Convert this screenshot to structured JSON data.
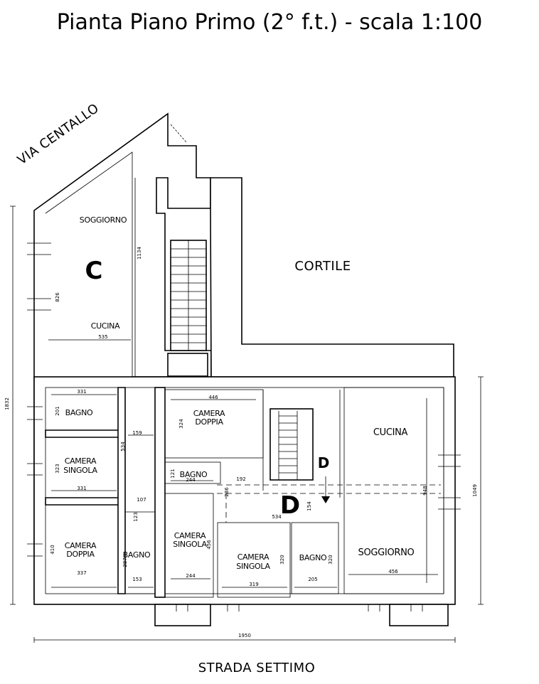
{
  "title": "Pianta Piano Primo (2° f.t.) - scala 1:100",
  "streets": {
    "north": "VIA CENTALLO",
    "south": "STRADA SETTIMO",
    "courtyard": "CORTILE"
  },
  "units": {
    "c": "C",
    "d_main": "D",
    "d_entry": "D"
  },
  "rooms": {
    "soggiorno_c": "SOGGIORNO",
    "cucina_c": "CUCINA",
    "bagno_1": "BAGNO",
    "camera_singola_1_a": "CAMERA",
    "camera_singola_1_b": "SINGOLA",
    "camera_doppia_1_a": "CAMERA",
    "camera_doppia_1_b": "DOPPIA",
    "bagno_2": "BAGNO",
    "camera_doppia_2_a": "CAMERA",
    "camera_doppia_2_b": "DOPPIA",
    "bagno_3": "BAGNO",
    "camera_singola_2_a": "CAMERA",
    "camera_singola_2_b": "SINGOLA",
    "camera_singola_3_a": "CAMERA",
    "camera_singola_3_b": "SINGOLA",
    "bagno_4": "BAGNO",
    "cucina_d": "CUCINA",
    "soggiorno_d": "SOGGIORNO"
  },
  "dimensions": {
    "d1832": "1832",
    "d1134": "1134",
    "d826": "826",
    "d535": "535",
    "d331a": "331",
    "d201": "201",
    "d159": "159",
    "d534a": "534",
    "d323": "323",
    "d331b": "331",
    "d107": "107",
    "d123": "123",
    "d410": "410",
    "d287": "287",
    "d337": "337",
    "d153": "153",
    "d446": "446",
    "d324": "324",
    "d121": "121",
    "d244a": "244",
    "d192": "192",
    "d286": "286",
    "d534b": "534",
    "d154": "154",
    "d948": "948",
    "d1049": "1049",
    "d456a": "456",
    "d244b": "244",
    "d320a": "320",
    "d319": "319",
    "d320b": "320",
    "d205": "205",
    "d456b": "456",
    "d1950": "1950"
  }
}
